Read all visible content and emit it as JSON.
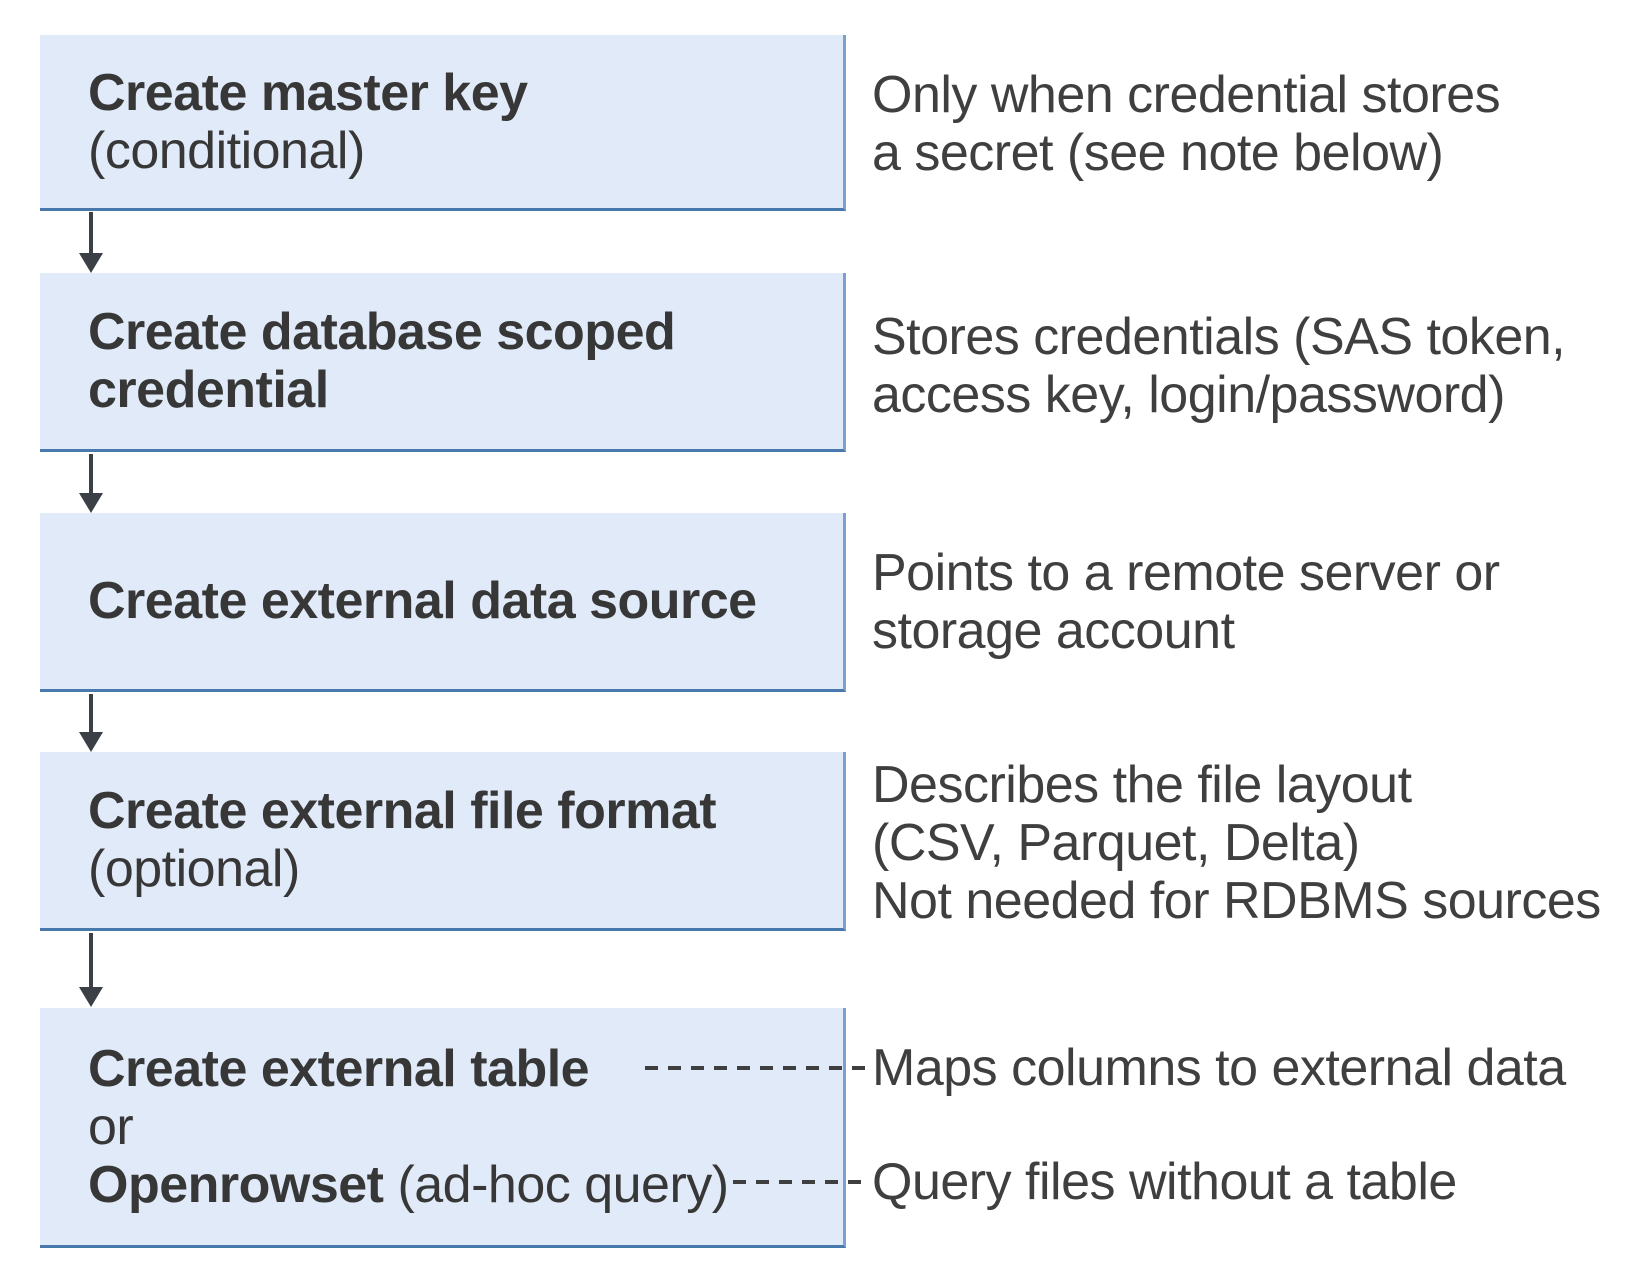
{
  "colors": {
    "box_fill": "#e0eaf8",
    "box_border_right": "#7ca0ce",
    "box_border_bottom": "#4779ac",
    "arrow": "#3b4046",
    "dash_line": "#3f3f3f",
    "title_text": "#373737",
    "note_text": "#3f3f3f",
    "background": "#ffffff"
  },
  "steps": [
    {
      "title": "Create master key",
      "suffix": "(conditional)",
      "note": {
        "lines": [
          "Only when credential stores",
          "a secret (see note below)"
        ]
      }
    },
    {
      "title_line1": "Create database scoped",
      "title_line2": "credential",
      "note": {
        "lines": [
          "Stores credentials (SAS token,",
          "access key, login/password)"
        ]
      }
    },
    {
      "title": "Create external data source",
      "note": {
        "lines": [
          "Points to a remote server or",
          "storage account"
        ]
      }
    },
    {
      "title": "Create external file format",
      "suffix": "(optional)",
      "note": {
        "lines": [
          "Describes the file layout",
          "(CSV, Parquet, Delta)",
          "Not needed for RDBMS sources"
        ]
      }
    },
    {
      "title": "Create external table",
      "or_label": "or",
      "alt_title": "Openrowset",
      "alt_suffix": " (ad-hoc query)",
      "note_table": "Maps columns to external data",
      "note_openrowset": "Query files without a table"
    }
  ]
}
